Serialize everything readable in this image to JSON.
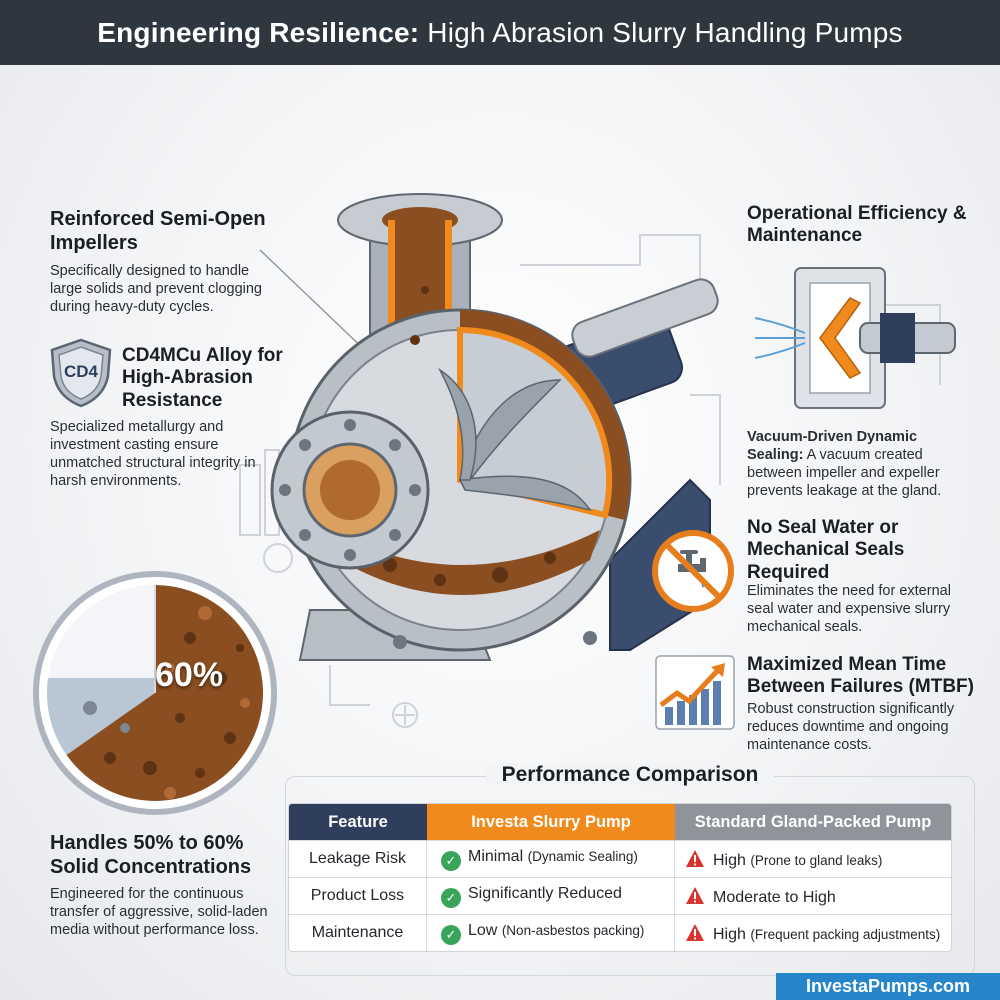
{
  "title": {
    "bold": "Engineering Resilience:",
    "rest": "High Abrasion Slurry Handling Pumps"
  },
  "impellers": {
    "heading": "Reinforced Semi-Open Impellers",
    "body": "Specifically designed to handle large solids and prevent clogging during heavy-duty cycles."
  },
  "alloy": {
    "badge": "CD4",
    "heading": "CD4MCu Alloy for High-Abrasion Resistance",
    "body": "Specialized metallurgy and investment casting ensure unmatched structural integrity in harsh environments."
  },
  "solids": {
    "gauge_value": "60%",
    "fill_fraction": 0.6,
    "heading": "Handles 50% to 60% Solid Concentrations",
    "body": "Engineered for the continuous transfer of aggressive, solid-laden media without performance loss."
  },
  "efficiency": {
    "heading": "Operational Efficiency & Maintenance",
    "vacuum_lead": "Vacuum-Driven Dynamic Sealing:",
    "vacuum_body": "A vacuum created between impeller and expeller prevents leakage at the gland."
  },
  "seal": {
    "heading": "No Seal Water or Mechanical Seals Required",
    "body": "Eliminates the need for external seal water and expensive slurry mechanical seals."
  },
  "mtbf": {
    "heading": "Maximized Mean Time Between Failures (MTBF)",
    "body": "Robust construction significantly reduces downtime and ongoing maintenance costs."
  },
  "comparison": {
    "title": "Performance Comparison",
    "headers": [
      "Feature",
      "Investa Slurry Pump",
      "Standard Gland-Packed Pump"
    ],
    "rows": [
      {
        "feature": "Leakage Risk",
        "investa": "Minimal",
        "investa_note": "(Dynamic Sealing)",
        "standard": "High",
        "standard_note": "(Prone to gland leaks)"
      },
      {
        "feature": "Product Loss",
        "investa": "Significantly Reduced",
        "investa_note": "",
        "standard": "Moderate to High",
        "standard_note": ""
      },
      {
        "feature": "Maintenance",
        "investa": "Low",
        "investa_note": "(Non-asbestos packing)",
        "standard": "High",
        "standard_note": "(Frequent packing adjustments)"
      }
    ]
  },
  "footer": {
    "site": "InvestaPumps.com"
  },
  "colors": {
    "accent_orange": "#f08a1c",
    "navy": "#2f3e5c",
    "header_bg": "#2e3640",
    "footer_blue": "#2786c9"
  }
}
